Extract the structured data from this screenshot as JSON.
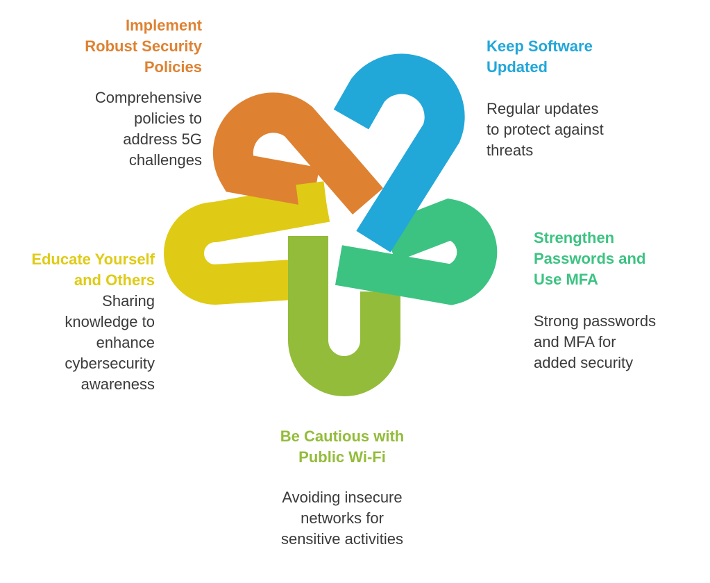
{
  "items": [
    {
      "key": "policies",
      "title_lines": [
        "Implement",
        "Robust Security",
        "Policies"
      ],
      "desc_lines": [
        "Comprehensive",
        "policies to",
        "address 5G",
        "challenges"
      ],
      "color": "#DE8232"
    },
    {
      "key": "software",
      "title_lines": [
        "Keep Software",
        "Updated"
      ],
      "desc_lines": [
        "Regular updates",
        "to protect against",
        "threats"
      ],
      "color": "#22A7D9"
    },
    {
      "key": "passwords",
      "title_lines": [
        "Strengthen",
        "Passwords and",
        "Use MFA"
      ],
      "desc_lines": [
        "Strong passwords",
        "and MFA for",
        "added security"
      ],
      "color": "#3CC382"
    },
    {
      "key": "wifi",
      "title_lines": [
        "Be Cautious with",
        "Public Wi-Fi"
      ],
      "desc_lines": [
        "Avoiding insecure",
        "networks for",
        "sensitive activities"
      ],
      "color": "#93BC3A"
    },
    {
      "key": "educate",
      "title_lines": [
        "Educate Yourself",
        "and Others"
      ],
      "desc_lines": [
        "Sharing",
        "knowledge to",
        "enhance",
        "cybersecurity",
        "awareness"
      ],
      "color": "#DFCB15"
    }
  ]
}
